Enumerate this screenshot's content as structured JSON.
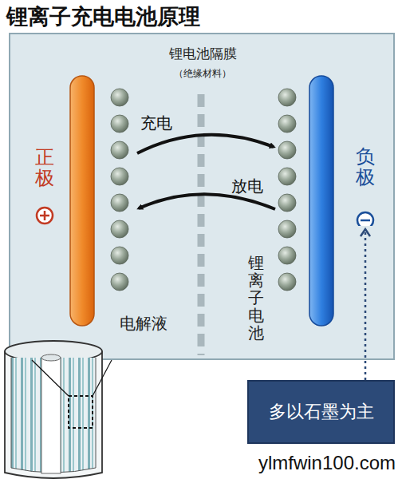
{
  "diagram": {
    "title": "锂离子充电电池原理",
    "nodes": [
      {
        "text": [
          "多以石墨为主"
        ]
      },
      {
        "text": [
          "负极"
        ]
      }
    ],
    "edges": [
      {
        "from": 0,
        "to": 1,
        "arrow": "to"
      }
    ],
    "labels": [
      "锂电池隔膜",
      "（绝缘材料）",
      "充电",
      "放电",
      "正极",
      "锂离子电池",
      "电解液",
      "ylmfwin100.com"
    ]
  }
}
